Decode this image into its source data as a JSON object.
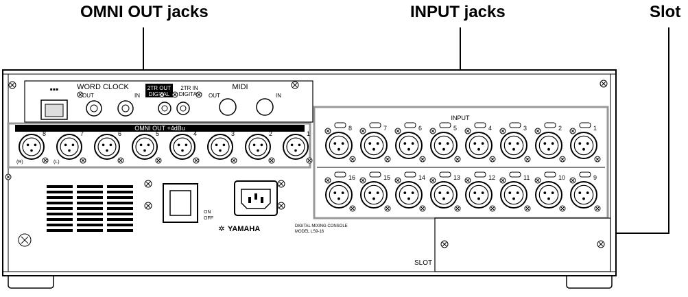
{
  "callouts": {
    "omni_out": "OMNI OUT jacks",
    "input": "INPUT jacks",
    "slot": "Slot"
  },
  "panel": {
    "word_clock": "WORD CLOCK",
    "wc_out": "OUT",
    "wc_in": "IN",
    "tr_out_1": "2TR OUT",
    "tr_out_2": "DIGITAL",
    "tr_in_1": "2TR IN",
    "tr_in_2": "DIGITAL",
    "midi": "MIDI",
    "midi_out": "OUT",
    "midi_in": "IN",
    "omni_title": "OMNI OUT +4dBu",
    "omni_numbers": [
      "8",
      "7",
      "6",
      "5",
      "4",
      "3",
      "2",
      "1"
    ],
    "omni_r": "(R)",
    "omni_l": "(L)",
    "input_title": "INPUT",
    "input_top_numbers": [
      "8",
      "7",
      "6",
      "5",
      "4",
      "3",
      "2",
      "1"
    ],
    "input_bottom_numbers": [
      "16",
      "15",
      "14",
      "13",
      "12",
      "11",
      "10",
      "9"
    ],
    "on_label": "ON",
    "off_label": "OFF",
    "brand": "YAMAHA",
    "model_1": "DIGITAL MIXING CONSOLE",
    "model_2": "MODEL LS9-16",
    "slot": "SLOT"
  }
}
